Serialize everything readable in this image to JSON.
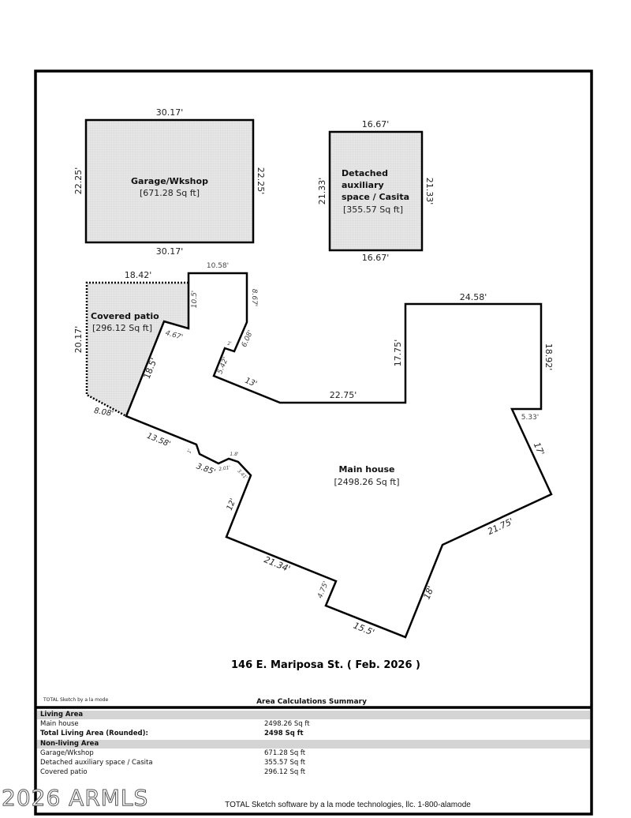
{
  "title": "146 E. Mariposa St. ( Feb. 2026 )",
  "rooms": {
    "garage": {
      "name": "Garage/Wkshop",
      "area": "[671.28 Sq ft]",
      "dims": [
        "30.17'",
        "30.17'",
        "22.25'",
        "22.25'"
      ]
    },
    "casita": {
      "name_lines": [
        "Detached",
        "auxiliary",
        "space / Casita"
      ],
      "area": "[355.57 Sq ft]",
      "dims": [
        "16.67'",
        "16.67'",
        "21.33'",
        "21.33'"
      ]
    },
    "patio": {
      "name": "Covered patio",
      "area": "[296.12 Sq ft]",
      "dims": [
        "18.42'",
        "20.17'",
        "8.08'"
      ]
    },
    "main": {
      "name": "Main house",
      "area": "[2498.26 Sq ft]",
      "dims": [
        "10.58'",
        "10.5'",
        "8.67'",
        "6.08'",
        "2'",
        "5.42'",
        "13'",
        "22.75'",
        "17.75'",
        "24.58'",
        "18.92'",
        "5.33'",
        "17'",
        "21.75'",
        "18'",
        "15.5'",
        "4.75'",
        "21.34'",
        "12'",
        "3.41'",
        "1.8'",
        "2.01'",
        "3.85'",
        "1'",
        "13.58'",
        "4.67'",
        "18.5'"
      ]
    }
  },
  "fill_color": "#e6e6e6",
  "summary": {
    "software_small": "TOTAL Sketch by a la mode",
    "heading": "Area Calculations Summary",
    "rows": [
      {
        "label": "Living Area",
        "value": "",
        "type": "header"
      },
      {
        "label": "Main house",
        "value": "2498.26 Sq ft",
        "type": "normal"
      },
      {
        "label": "Total Living Area (Rounded):",
        "value": "2498 Sq ft",
        "type": "bold"
      },
      {
        "label": "Non-living Area",
        "value": "",
        "type": "header"
      },
      {
        "label": "Garage/Wkshop",
        "value": "671.28 Sq ft",
        "type": "normal"
      },
      {
        "label": "Detached auxiliary space / Casita",
        "value": "355.57 Sq ft",
        "type": "normal"
      },
      {
        "label": "Covered patio",
        "value": "296.12 Sq ft",
        "type": "normal"
      }
    ],
    "footer": "TOTAL Sketch software by a la mode technologies, llc. 1-800-alamode"
  },
  "watermark": "2026 ARMLS"
}
